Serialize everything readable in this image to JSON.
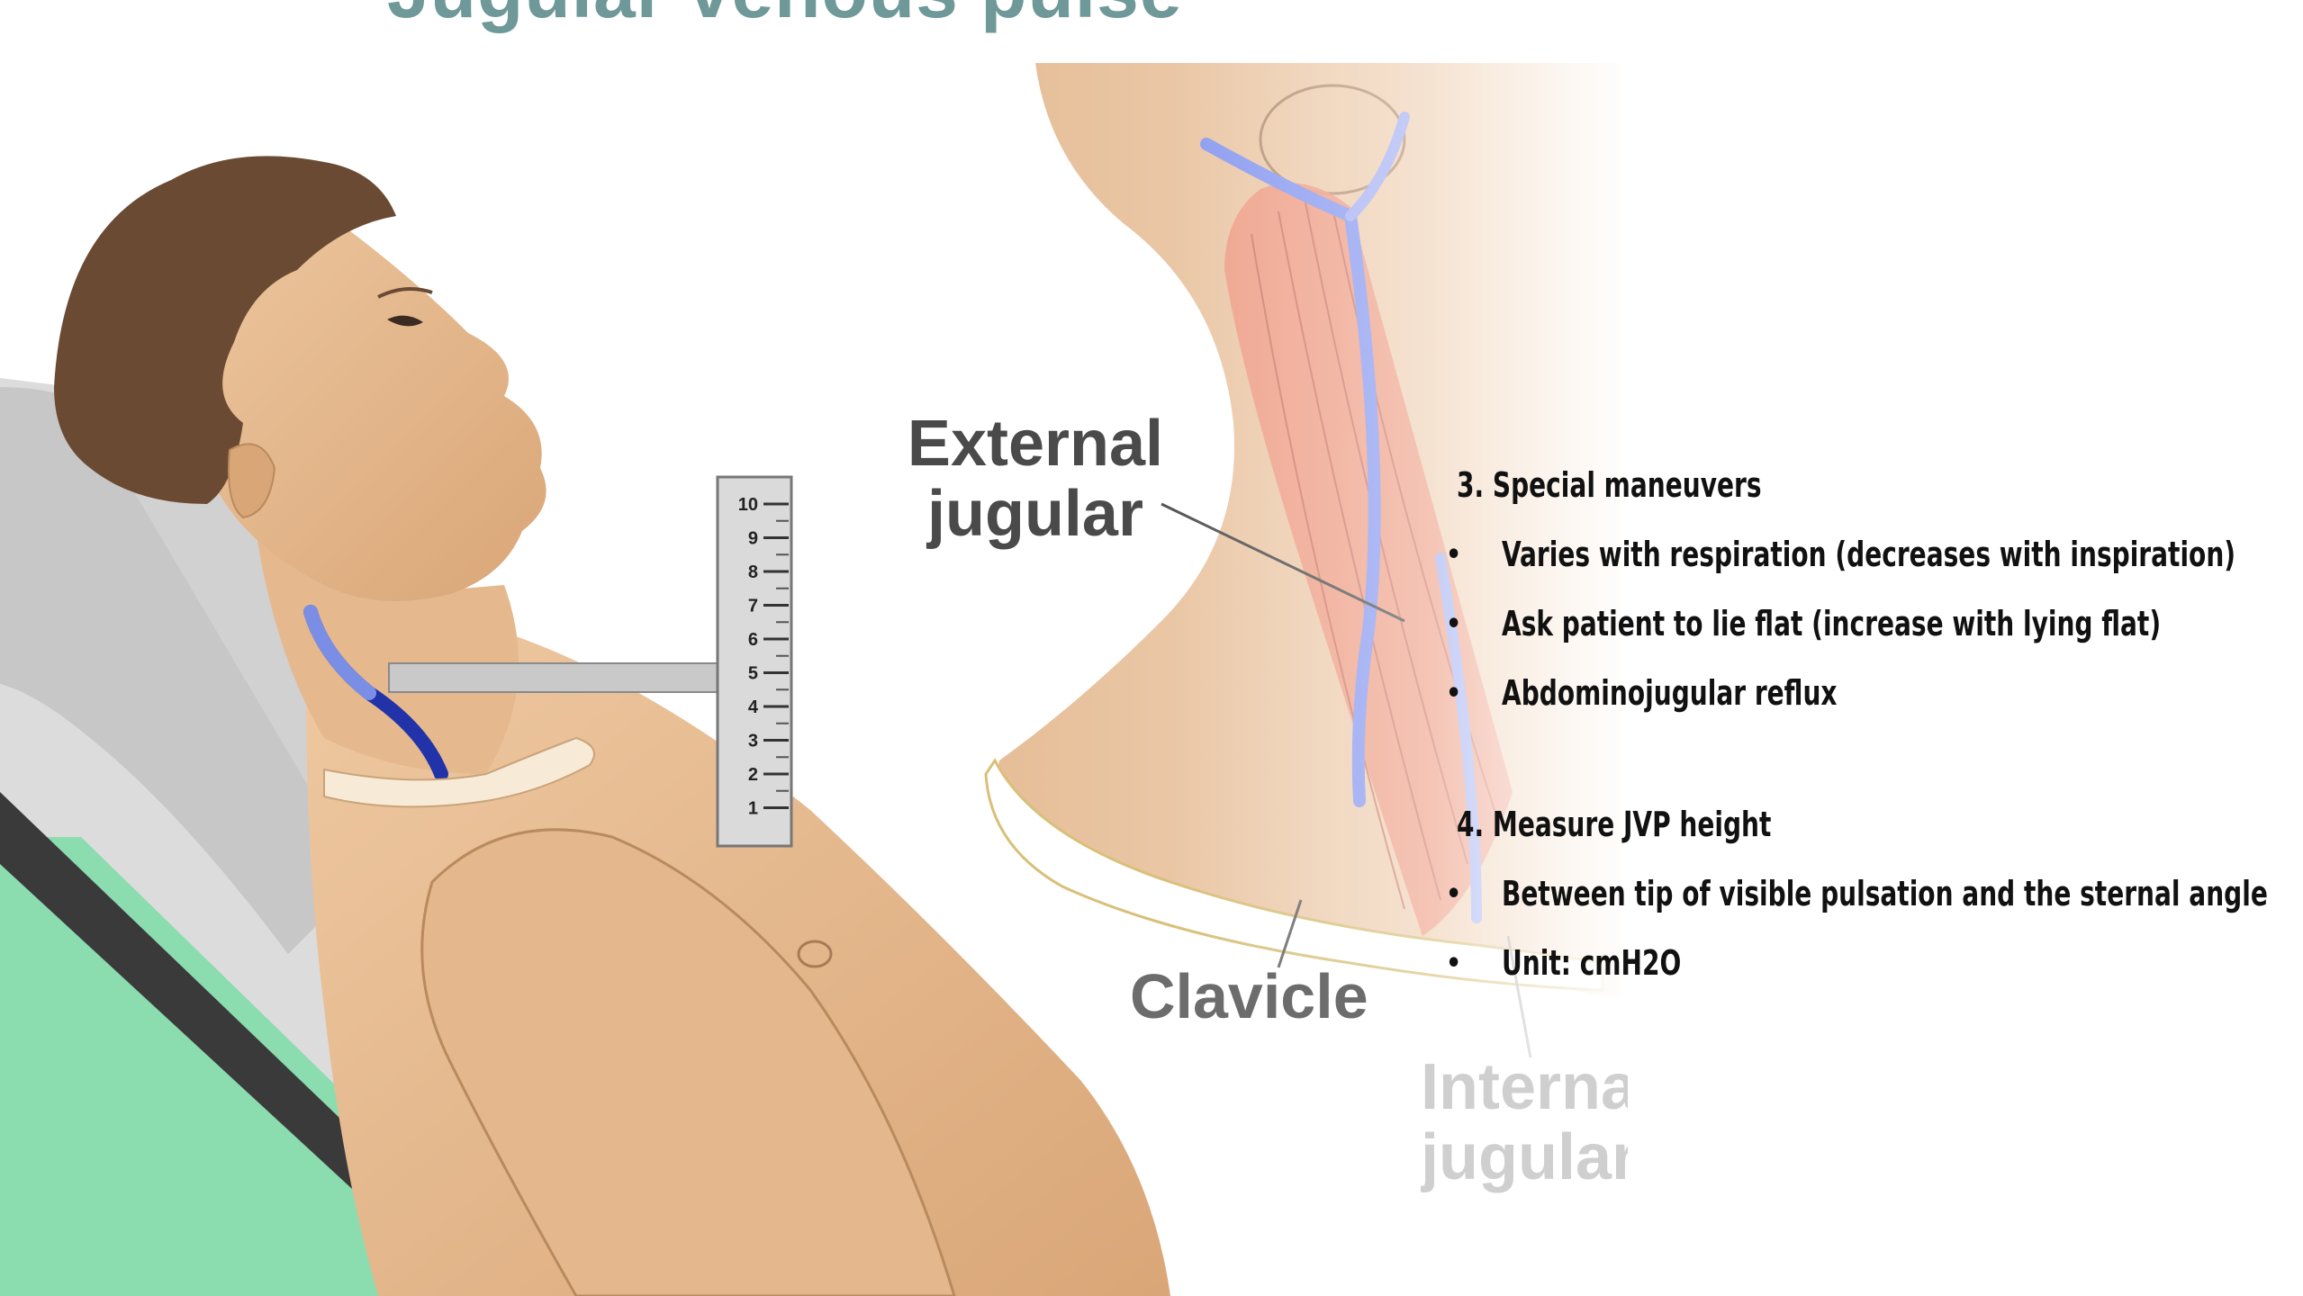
{
  "slide": {
    "title_partial": "Jugular venous pulse"
  },
  "illustration": {
    "ruler_ticks": [
      "10",
      "9",
      "8",
      "7",
      "6",
      "5",
      "4",
      "3",
      "2",
      "1"
    ],
    "labels": {
      "external_jugular": "External jugular",
      "clavicle": "Clavicle",
      "internal_jugular": "Internal jugular"
    }
  },
  "content": {
    "sections": [
      {
        "heading": "3. Special maneuvers",
        "bullets": [
          "Varies with respiration (decreases with inspiration)",
          "Ask patient to lie flat (increase with lying flat)",
          "Abdominojugular reflux"
        ]
      },
      {
        "heading": "4. Measure JVP height",
        "bullets": [
          "Between tip of visible pulsation and the sternal angle",
          "Unit: cmH2O"
        ]
      }
    ],
    "bullet_glyph": "•"
  },
  "colors": {
    "skin": "#e7bd93",
    "skin_shadow": "#c99a6e",
    "hair": "#6b4a33",
    "vein": "#3e46b8",
    "muscle": "#ee9f88",
    "bed": "#8bdcaf",
    "pillow": "#d4d4d4",
    "ruler": "#cfcfcf"
  }
}
